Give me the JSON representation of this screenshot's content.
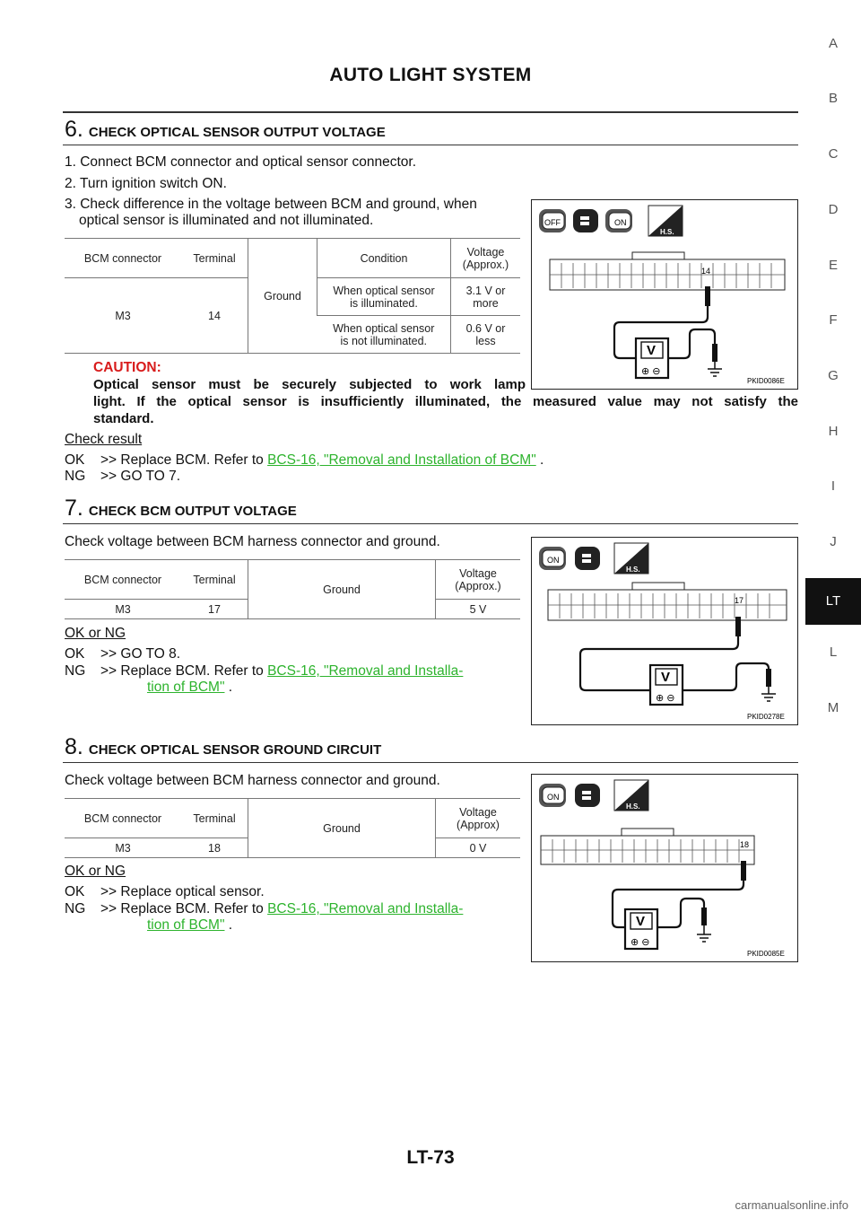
{
  "header": {
    "title": "AUTO LIGHT SYSTEM"
  },
  "sidebar": {
    "letters": [
      "A",
      "B",
      "C",
      "D",
      "E",
      "F",
      "G",
      "H",
      "I",
      "J",
      "LT",
      "L",
      "M"
    ]
  },
  "step6": {
    "number": "6.",
    "heading": "CHECK OPTICAL SENSOR OUTPUT VOLTAGE",
    "items": [
      "1. Connect BCM connector and optical sensor connector.",
      "2. Turn ignition switch ON.",
      "3. Check difference in the voltage between BCM and ground, when",
      "optical sensor is illuminated and not illuminated."
    ],
    "table": {
      "h_bcm": "BCM connector",
      "h_terminal": "Terminal",
      "ground": "Ground",
      "h_condition": "Condition",
      "h_voltage_1": "Voltage",
      "h_voltage_2": "(Approx.)",
      "connector": "M3",
      "terminal": "14",
      "cond1_a": "When optical sensor",
      "cond1_b": "is illuminated.",
      "volt1": "3.1  V or more",
      "cond2_a": "When optical sensor",
      "cond2_b": "is not illuminated.",
      "volt2": "0.6  V or less"
    },
    "caution_label": "CAUTION:",
    "caution_lines": [
      "Optical sensor must be securely subjected to work lamp",
      "light. If the optical sensor is insufficiently illuminated, the measured value may not satisfy the",
      "standard."
    ],
    "result_label": "Check result",
    "ok_label": "OK",
    "ok_text": ">> Replace BCM. Refer to",
    "ok_link": "BCS-16, \"Removal and Installation of BCM\"",
    "ok_tail": ".",
    "ng_label": "NG",
    "ng_text": ">> GO TO 7.",
    "figure": {
      "code": "PKID0086E",
      "pin": "14",
      "off": "OFF",
      "on": "ON",
      "hs": "H.S.",
      "v": "V"
    }
  },
  "step7": {
    "number": "7.",
    "heading": "CHECK BCM OUTPUT VOLTAGE",
    "intro": "Check voltage between BCM harness connector and ground.",
    "table": {
      "h_bcm": "BCM connector",
      "h_terminal": "Terminal",
      "ground": "Ground",
      "h_voltage_1": "Voltage",
      "h_voltage_2": "(Approx.)",
      "connector": "M3",
      "terminal": "17",
      "volt": "5  V"
    },
    "result_label": "OK or NG",
    "ok_label": "OK",
    "ok_text": ">> GO TO 8.",
    "ng_label": "NG",
    "ng_text": ">> Replace BCM. Refer to",
    "ng_link_1": "BCS-16, \"Removal and Installa-",
    "ng_link_2": "tion of BCM\"",
    "ng_tail": ".",
    "figure": {
      "code": "PKID0278E",
      "pin": "17",
      "on": "ON",
      "hs": "H.S.",
      "v": "V"
    }
  },
  "step8": {
    "number": "8.",
    "heading": "CHECK OPTICAL SENSOR GROUND CIRCUIT",
    "intro": "Check voltage between BCM harness connector and ground.",
    "table": {
      "h_bcm": "BCM connector",
      "h_terminal": "Terminal",
      "ground": "Ground",
      "h_voltage_1": "Voltage",
      "h_voltage_2": "(Approx)",
      "connector": "M3",
      "terminal": "18",
      "volt": "0  V"
    },
    "result_label": "OK or NG",
    "ok_label": "OK",
    "ok_text": ">> Replace optical sensor.",
    "ng_label": "NG",
    "ng_text": ">> Replace BCM. Refer to",
    "ng_link_1": "BCS-16, \"Removal and Installa-",
    "ng_link_2": "tion of BCM\"",
    "ng_tail": ".",
    "figure": {
      "code": "PKID0085E",
      "pin": "18",
      "on": "ON",
      "hs": "H.S.",
      "v": "V"
    }
  },
  "footer": {
    "page": "LT-73",
    "watermark": "carmanualsonline.info"
  }
}
